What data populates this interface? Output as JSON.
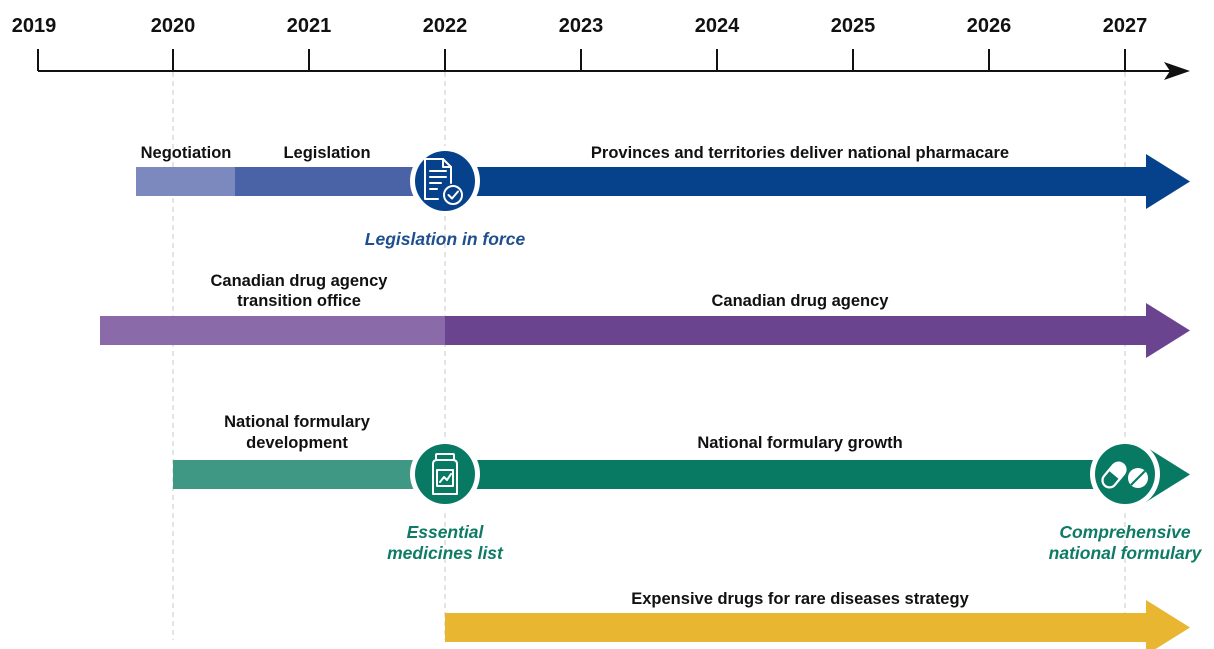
{
  "timeline": {
    "years": [
      "2019",
      "2020",
      "2021",
      "2022",
      "2023",
      "2024",
      "2025",
      "2026",
      "2027"
    ]
  },
  "colors": {
    "blue_dark": "#06418c",
    "blue_mid": "#4a63a6",
    "blue_light": "#7c89bf",
    "purple_dark": "#6b4490",
    "purple_light": "#8a6aa9",
    "green_dark": "#087a64",
    "green_light": "#3f9884",
    "gold": "#e8b630",
    "guide": "#c8c8c8"
  },
  "tracks": {
    "pharmacare": {
      "negotiation_label": "Negotiation",
      "legislation_label": "Legislation",
      "delivery_label": "Provinces and territories deliver national pharmacare",
      "milestone_label": "Legislation in force",
      "milestone_icon": "document-check-icon"
    },
    "agency": {
      "transition_label_line1": "Canadian drug agency",
      "transition_label_line2": "transition office",
      "agency_label": "Canadian drug agency"
    },
    "formulary": {
      "development_label_line1": "National formulary",
      "development_label_line2": "development",
      "growth_label": "National formulary growth",
      "milestone1_label_line1": "Essential",
      "milestone1_label_line2": "medicines list",
      "milestone1_icon": "medicine-bottle-icon",
      "milestone2_label_line1": "Comprehensive",
      "milestone2_label_line2": "national formulary",
      "milestone2_icon": "pills-icon"
    },
    "rare_diseases": {
      "label": "Expensive drugs for rare diseases strategy"
    }
  }
}
